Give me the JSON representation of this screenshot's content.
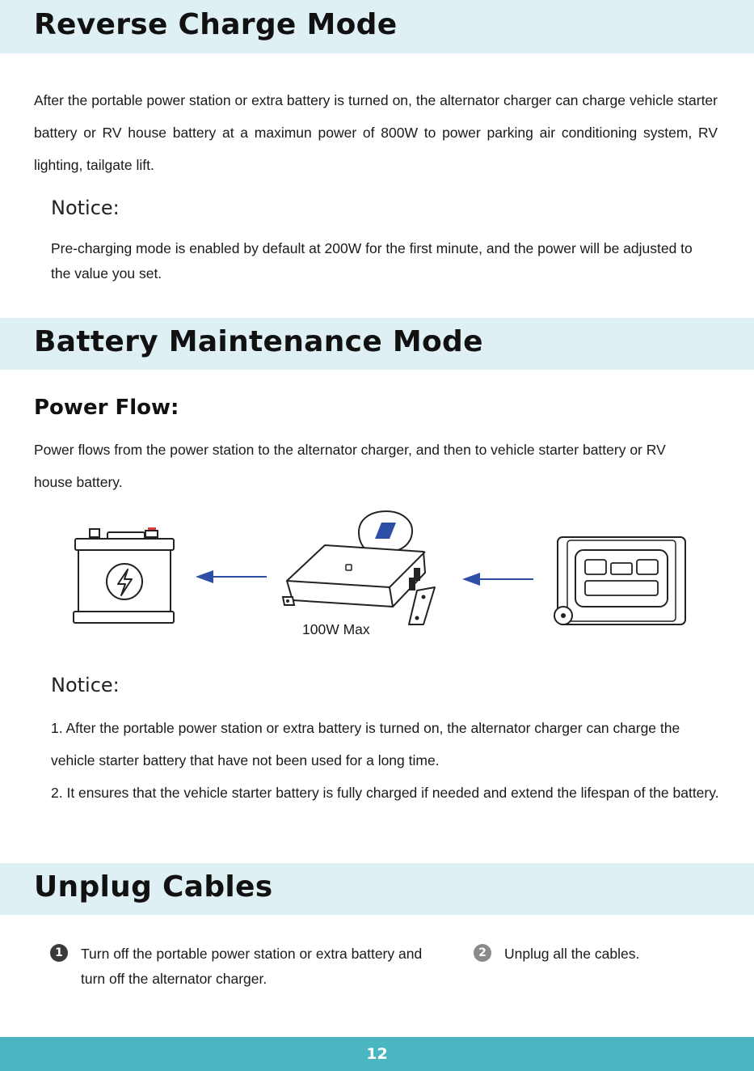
{
  "sections": {
    "reverse": {
      "title": "Reverse Charge Mode",
      "body": "After the portable power station or extra battery is turned on, the alternator charger can charge vehicle starter battery or RV house battery at a maximun power of 800W to power parking air conditioning system, RV lighting, tailgate lift.",
      "notice_title": "Notice:",
      "notice_body": "Pre-charging mode is enabled by default at 200W for the first minute, and the power will be adjusted to the value you set."
    },
    "maintenance": {
      "title": "Battery Maintenance Mode",
      "power_flow_title": "Power Flow:",
      "power_flow_body": "Power flows from the power station to the alternator charger, and then to vehicle starter battery or RV house battery.",
      "diagram": {
        "charger_label": "100W Max",
        "icons": [
          "car-battery-icon",
          "alternator-charger-icon",
          "power-station-icon"
        ]
      },
      "notice_title": "Notice:",
      "notice_items": [
        "1. After the portable power station or extra battery is turned on, the alternator charger can charge the vehicle starter battery that have not been used for a long time.",
        "2. It ensures that the vehicle starter battery is fully charged if needed and extend the lifespan of the battery."
      ]
    },
    "unplug": {
      "title": "Unplug Cables",
      "steps": [
        {
          "num": "1",
          "text": "Turn off the portable power station or extra battery and turn off the alternator charger."
        },
        {
          "num": "2",
          "text": "Unplug all the cables."
        }
      ]
    }
  },
  "footer": {
    "page_number": "12"
  },
  "colors": {
    "band": "#dff0f4",
    "footer": "#4ab6c2",
    "arrow": "#2f4fa6",
    "step1": "#3a3a3a",
    "step2": "#8a8a8a"
  }
}
